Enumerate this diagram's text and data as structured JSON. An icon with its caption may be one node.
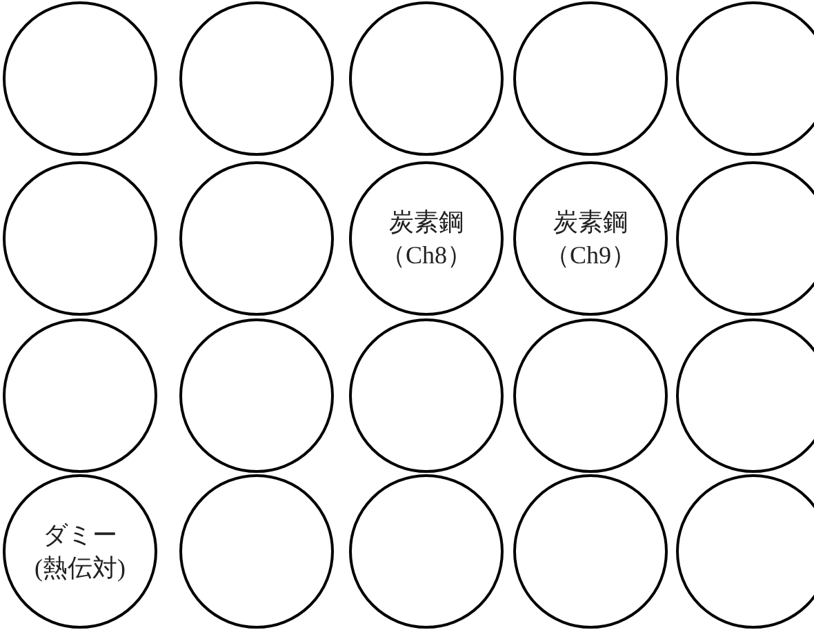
{
  "diagram": {
    "nodes": [
      {
        "text": [],
        "shape": "circle"
      },
      {
        "text": [],
        "shape": "circle"
      },
      {
        "text": [],
        "shape": "circle"
      },
      {
        "text": [],
        "shape": "circle"
      },
      {
        "text": [],
        "shape": "circle"
      },
      {
        "text": [],
        "shape": "circle"
      },
      {
        "text": [],
        "shape": "circle"
      },
      {
        "text": [
          "炭素鋼",
          "（Ch8）"
        ]
      },
      {
        "text": [
          "炭素鋼",
          "（Ch9）"
        ]
      },
      {
        "text": [],
        "shape": "circle"
      },
      {
        "text": [],
        "shape": "circle"
      },
      {
        "text": [],
        "shape": "circle"
      },
      {
        "text": [],
        "shape": "circle"
      },
      {
        "text": [],
        "shape": "circle"
      },
      {
        "text": [],
        "shape": "circle"
      },
      {
        "text": [
          "ダミー",
          "(熱伝対)"
        ]
      },
      {
        "text": [],
        "shape": "circle"
      },
      {
        "text": [],
        "shape": "circle"
      },
      {
        "text": [],
        "shape": "circle"
      },
      {
        "text": [],
        "shape": "circle"
      }
    ]
  }
}
